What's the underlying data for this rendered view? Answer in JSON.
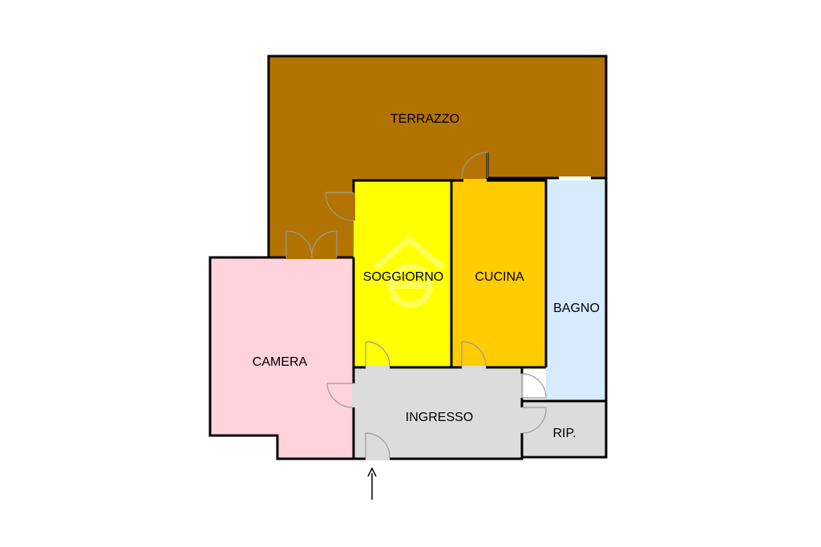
{
  "rooms": {
    "terrazzo": {
      "label": "TERRAZZO",
      "color": "#b37300"
    },
    "soggiorno": {
      "label": "SOGGIORNO",
      "color": "#ffff00"
    },
    "cucina": {
      "label": "CUCINA",
      "color": "#ffcc00"
    },
    "bagno": {
      "label": "BAGNO",
      "color": "#d7ebff"
    },
    "camera": {
      "label": "CAMERA",
      "color": "#ffd2dc"
    },
    "ingresso": {
      "label": "INGRESSO",
      "color": "#dcdcdc"
    },
    "ripostiglio": {
      "label": "RIP.",
      "color": "#dcdcdc"
    }
  },
  "entrance_arrow": {
    "icon": "arrow-up-icon"
  }
}
